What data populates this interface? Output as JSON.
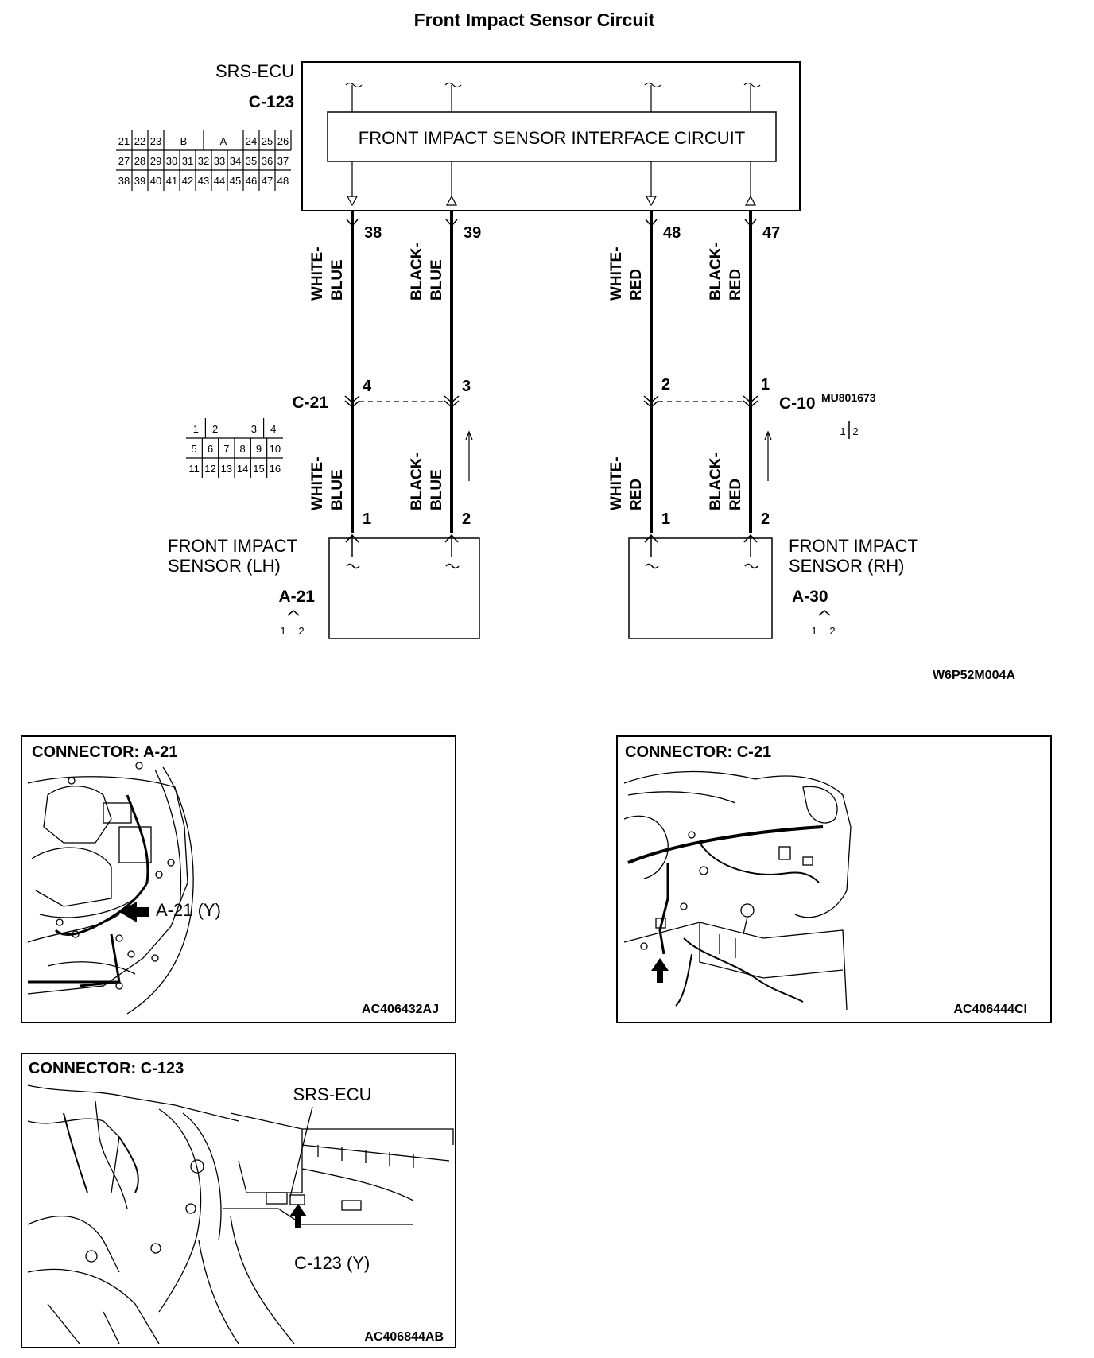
{
  "title": "Front Impact Sensor Circuit",
  "ecu": {
    "name": "SRS-ECU",
    "connector": "C-123",
    "interface_label": "FRONT IMPACT SENSOR INTERFACE CIRCUIT",
    "connector_rows": [
      [
        "21",
        "22",
        "23",
        "B",
        "A",
        "24",
        "25",
        "26"
      ],
      [
        "27",
        "28",
        "29",
        "30",
        "31",
        "32",
        "33",
        "34",
        "35",
        "36",
        "37"
      ],
      [
        "38",
        "39",
        "40",
        "41",
        "42",
        "43",
        "44",
        "45",
        "46",
        "47",
        "48"
      ]
    ]
  },
  "wires": [
    {
      "ecu_pin": "38",
      "color_top": [
        "WHITE-",
        "BLUE"
      ],
      "junction_pin": "4",
      "color_bottom": [
        "WHITE-",
        "BLUE"
      ],
      "sensor_pin": "1"
    },
    {
      "ecu_pin": "39",
      "color_top": [
        "BLACK-",
        "BLUE"
      ],
      "junction_pin": "3",
      "color_bottom": [
        "BLACK-",
        "BLUE"
      ],
      "sensor_pin": "2"
    },
    {
      "ecu_pin": "48",
      "color_top": [
        "WHITE-",
        "RED"
      ],
      "junction_pin": "2",
      "color_bottom": [
        "WHITE-",
        "RED"
      ],
      "sensor_pin": "1"
    },
    {
      "ecu_pin": "47",
      "color_top": [
        "BLACK-",
        "RED"
      ],
      "junction_pin": "1",
      "color_bottom": [
        "BLACK-",
        "RED"
      ],
      "sensor_pin": "2"
    }
  ],
  "junction_left": {
    "connector": "C-21",
    "grid": [
      [
        "1",
        "2",
        "",
        "3",
        "4"
      ],
      [
        "5",
        "6",
        "7",
        "8",
        "9",
        "10"
      ],
      [
        "11",
        "12",
        "13",
        "14",
        "15",
        "16"
      ]
    ]
  },
  "junction_right": {
    "connector": "C-10",
    "part_number": "MU801673",
    "grid": [
      "1",
      "2"
    ]
  },
  "sensor_left": {
    "label_line1": "FRONT IMPACT",
    "label_line2": "SENSOR (LH)",
    "connector": "A-21",
    "pins": [
      "1",
      "2"
    ]
  },
  "sensor_right": {
    "label_line1": "FRONT IMPACT",
    "label_line2": "SENSOR (RH)",
    "connector": "A-30",
    "pins": [
      "1",
      "2"
    ]
  },
  "diagram_code": "W6P52M004A",
  "panels": [
    {
      "title": "CONNECTOR: A-21",
      "callout": "A-21 (Y)",
      "code": "AC406432AJ"
    },
    {
      "title": "CONNECTOR: C-21",
      "callout": "",
      "code": "AC406444CI"
    },
    {
      "title": "CONNECTOR: C-123",
      "callout": "C-123 (Y)",
      "label": "SRS-ECU",
      "code": "AC406844AB"
    }
  ]
}
